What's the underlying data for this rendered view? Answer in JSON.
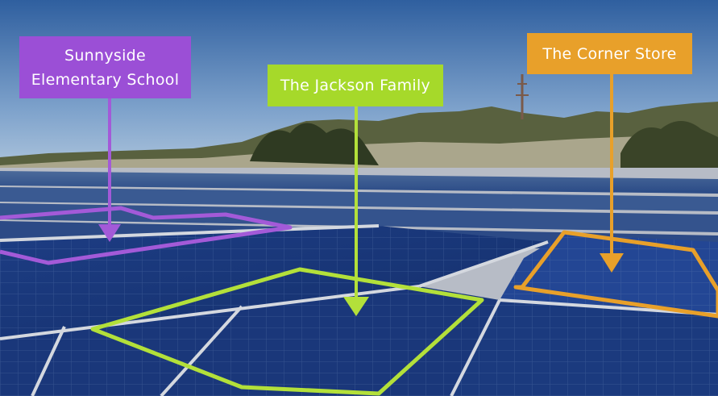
{
  "labels": {
    "school": {
      "line1": "Sunnyside",
      "line2": "Elementary School",
      "color": "#9b4fd6"
    },
    "family": {
      "text": "The Jackson Family",
      "color": "#a6d92a"
    },
    "store": {
      "text": "The Corner Store",
      "color": "#e8a02a"
    }
  },
  "colors": {
    "sky_top": "#3f6fae",
    "sky_bottom": "#a9c1d9",
    "panel": "#1f3f86",
    "panel_dark": "#132a5c",
    "panel_frame": "#c9cfd8",
    "hills": "#5a6143"
  }
}
